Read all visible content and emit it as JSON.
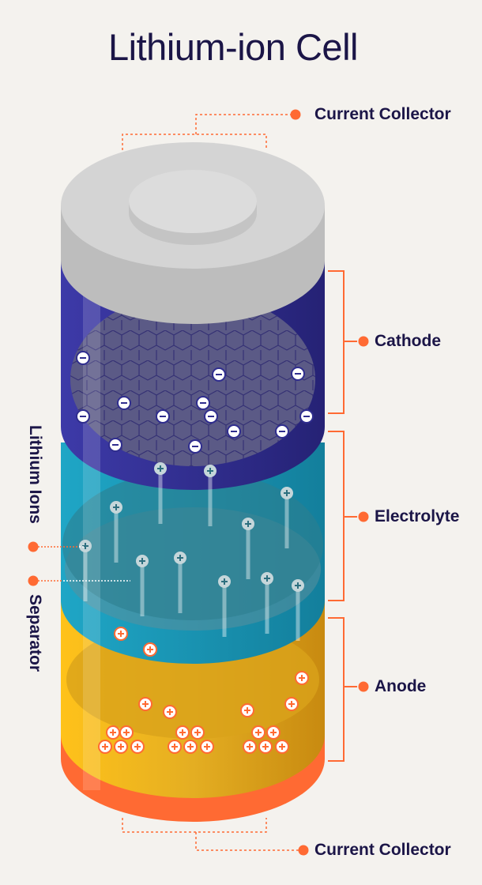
{
  "title": "Lithium-ion Cell",
  "labels": {
    "current_collector_top": "Current Collector",
    "cathode": "Cathode",
    "electrolyte": "Electrolyte",
    "anode": "Anode",
    "current_collector_bottom": "Current Collector",
    "lithium_ions": "Lithium Ions",
    "separator": "Separator"
  },
  "colors": {
    "background": "#f4f2ee",
    "text": "#1b1547",
    "accent": "#ff6a33",
    "cathode": "#2f2d8e",
    "electrolyte": "#1b96b6",
    "anode": "#e6b021",
    "collector": "#cfcfcf"
  }
}
